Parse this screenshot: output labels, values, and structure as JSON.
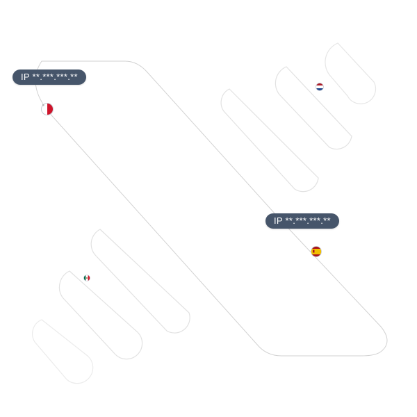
{
  "badges": {
    "malta": {
      "text": "IP **.***.***.**"
    },
    "spain": {
      "text": "IP **.***.***.**"
    }
  },
  "flags": {
    "malta": {
      "country": "Malta",
      "icon": "malta-flag-icon",
      "colors": [
        "#ffffff",
        "#cf142b"
      ]
    },
    "netherlands": {
      "country": "Netherlands",
      "icon": "netherlands-flag-icon",
      "colors": [
        "#ae1c28",
        "#ffffff",
        "#21468b"
      ]
    },
    "spain": {
      "country": "Spain",
      "icon": "spain-flag-icon",
      "colors": [
        "#aa151b",
        "#f1bf00"
      ]
    },
    "mexico": {
      "country": "Mexico",
      "icon": "mexico-flag-icon",
      "colors": [
        "#006847",
        "#ffffff",
        "#ce1126"
      ]
    }
  },
  "colors": {
    "badge_background": "#46556a",
    "badge_text": "#ffffff",
    "route_line": "#d2d2d2",
    "capsule_outline": "#e2e2e2"
  }
}
